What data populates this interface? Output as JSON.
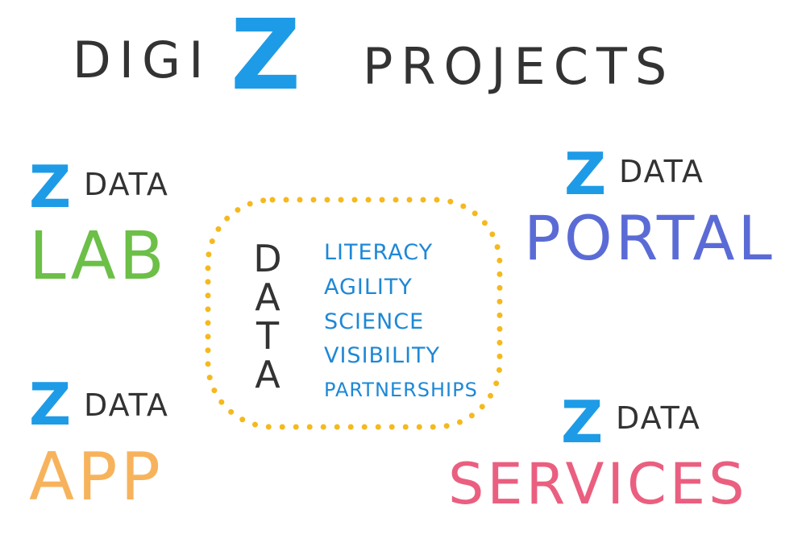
{
  "title": {
    "prefix": "DIGI",
    "z": "Z",
    "suffix": "PROJECTS"
  },
  "projects": {
    "lab": {
      "z": "Z",
      "data": "DATA",
      "name": "LAB"
    },
    "portal": {
      "z": "Z",
      "data": "DATA",
      "name": "PORTAL"
    },
    "app": {
      "z": "Z",
      "data": "DATA",
      "name": "APP"
    },
    "services": {
      "z": "Z",
      "data": "DATA",
      "name": "SERVICES"
    }
  },
  "center": {
    "letters": [
      "D",
      "A",
      "T",
      "A"
    ],
    "terms": [
      "LITERACY",
      "AGILITY",
      "SCIENCE",
      "VISIBILITY",
      "PARTNERSHIPS"
    ]
  },
  "colors": {
    "z_blue": "#1e9be6",
    "text_dark": "#333333",
    "lab_green": "#6cbf47",
    "portal_blue": "#5b6bd6",
    "app_orange": "#f7b35c",
    "services_pink": "#ea5f80",
    "frame_dots": "#f5b91e",
    "terms_blue": "#1e88d6"
  }
}
